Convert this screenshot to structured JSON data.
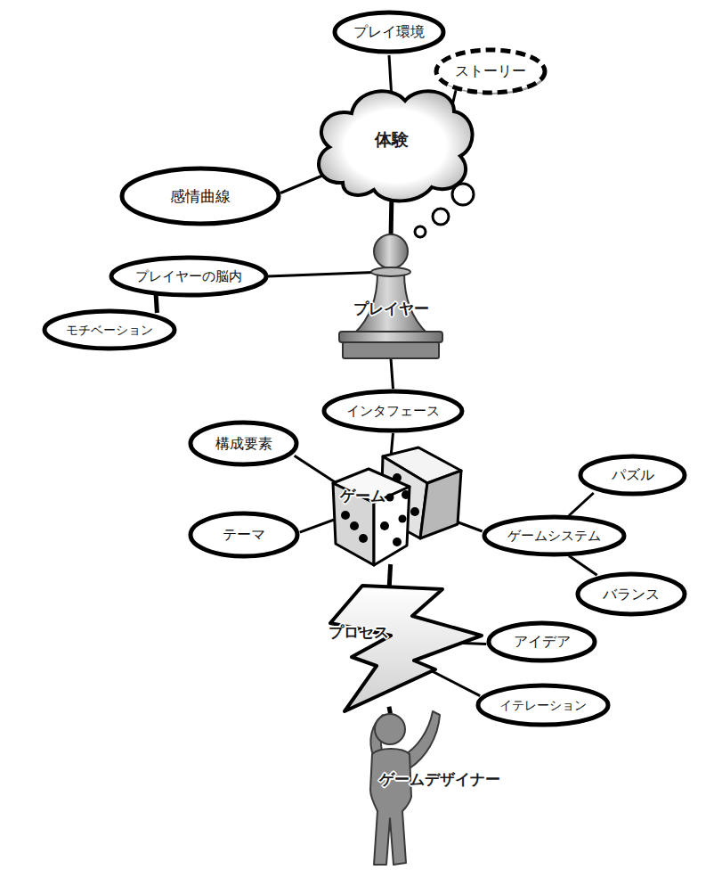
{
  "diagram": {
    "nodes": [
      {
        "text": [
          "プレイ環境"
        ]
      },
      {
        "text": [
          "ストーリー"
        ]
      },
      {
        "text": [
          "体験"
        ]
      },
      {
        "text": [
          "感情曲線"
        ]
      },
      {
        "text": [
          "プレイヤーの脳内"
        ]
      },
      {
        "text": [
          "プレイヤー"
        ]
      },
      {
        "text": [
          "モチベーション"
        ]
      },
      {
        "text": [
          "インタフェース"
        ]
      },
      {
        "text": [
          "構成要素"
        ]
      },
      {
        "text": [
          "パズル"
        ]
      },
      {
        "text": [
          "ゲーム"
        ]
      },
      {
        "text": [
          "テーマ"
        ]
      },
      {
        "text": [
          "ゲームシステム"
        ]
      },
      {
        "text": [
          "バランス"
        ]
      },
      {
        "text": [
          "プロセス"
        ]
      },
      {
        "text": [
          "アイデア"
        ]
      },
      {
        "text": [
          "イテレーション"
        ]
      },
      {
        "text": [
          "ゲームデザイナー"
        ]
      }
    ],
    "edges": [
      {
        "from": 0,
        "to": 2,
        "arrow": "none"
      },
      {
        "from": 1,
        "to": 2,
        "arrow": "none"
      },
      {
        "from": 3,
        "to": 2,
        "arrow": "none"
      },
      {
        "from": 2,
        "to": 5,
        "arrow": "none"
      },
      {
        "from": 4,
        "to": 5,
        "arrow": "none"
      },
      {
        "from": 6,
        "to": 4,
        "arrow": "none"
      },
      {
        "from": 5,
        "to": 7,
        "arrow": "none"
      },
      {
        "from": 7,
        "to": 10,
        "arrow": "none"
      },
      {
        "from": 8,
        "to": 10,
        "arrow": "none"
      },
      {
        "from": 11,
        "to": 10,
        "arrow": "none"
      },
      {
        "from": 12,
        "to": 10,
        "arrow": "none"
      },
      {
        "from": 9,
        "to": 12,
        "arrow": "none"
      },
      {
        "from": 13,
        "to": 12,
        "arrow": "none"
      },
      {
        "from": 10,
        "to": 14,
        "arrow": "none"
      },
      {
        "from": 15,
        "to": 14,
        "arrow": "none"
      },
      {
        "from": 16,
        "to": 14,
        "arrow": "none"
      },
      {
        "from": 14,
        "to": 17,
        "arrow": "none"
      }
    ]
  }
}
